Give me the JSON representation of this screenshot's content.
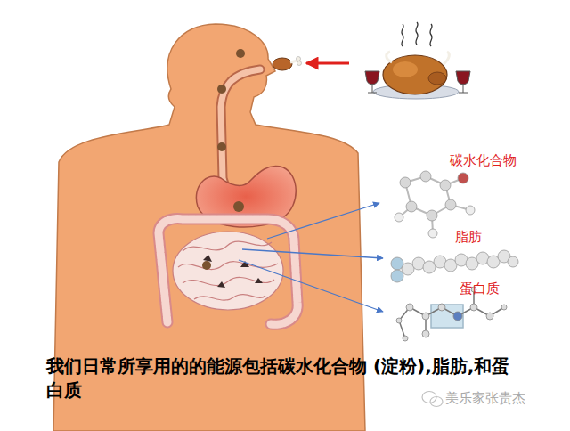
{
  "diagram": {
    "caption": "我们日常所享用的的能源包括碳水化合物 (淀粉),脂肪,和蛋白质",
    "labels": [
      "碳水化合物",
      "脂肪",
      "蛋白质",
      "美乐家张贵杰"
    ]
  }
}
